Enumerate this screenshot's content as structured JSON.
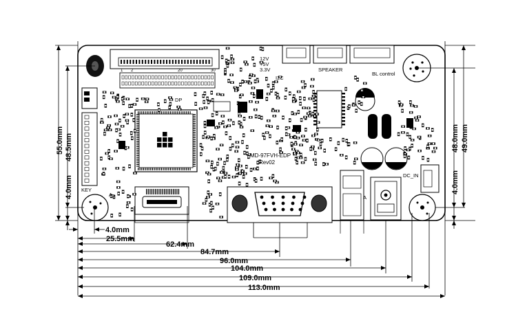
{
  "board": {
    "model": "MD-97FVH-EDP",
    "revision": "Rev02",
    "labels": {
      "power_12v": "12V",
      "power_5v": "+5V",
      "power_3v3": "3.3V",
      "i2c": "I2C",
      "speaker": "SPEAKER",
      "bl_control": "BL control",
      "dp": "DP",
      "key": "KEY",
      "dc_in": "DC_IN",
      "connector_1": "1",
      "connector_2": "2",
      "connector_20": "20",
      "connector_30": "30",
      "mark_a1": "A",
      "mark_a2": "A"
    }
  },
  "dimensions": {
    "horizontal": [
      "4.0mm",
      "25.5mm",
      "62.4mm",
      "84.7mm",
      "96.0mm",
      "104.0mm",
      "109.0mm",
      "113.0mm"
    ],
    "left_vertical": [
      "55.0mm",
      "48.5mm",
      "4.0mm"
    ],
    "right_vertical": [
      "48.0mm",
      "49.0mm",
      "4.0mm"
    ]
  }
}
